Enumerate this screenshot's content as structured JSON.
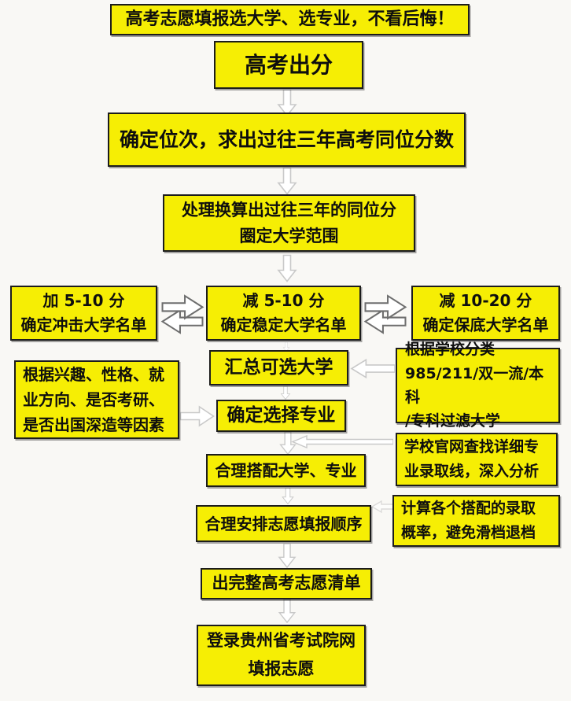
{
  "flowchart": {
    "banner": {
      "text": "高考志愿填报选大学、选专业，不看后悔！"
    },
    "score": {
      "text": "高考出分"
    },
    "rank": {
      "text": "确定位次，求出过往三年高考同位分数"
    },
    "convert": {
      "line1": "处理换算出过往三年的同位分",
      "line2": "圈定大学范围"
    },
    "reach": {
      "line1": "加 5-10 分",
      "line2": "确定冲击大学名单"
    },
    "stable": {
      "line1": "减 5-10 分",
      "line2": "确定稳定大学名单"
    },
    "safety": {
      "line1": "减 10-20 分",
      "line2": "确定保底大学名单"
    },
    "pool": {
      "text": "汇总可选大学"
    },
    "classify": {
      "line1": "根据学校分类",
      "line2": "985/211/双一流/本科",
      "line3": "/专科过滤大学"
    },
    "interest": {
      "line1": "根据兴趣、性格、就",
      "line2": "业方向、是否考研、",
      "line3": "是否出国深造等因素"
    },
    "major": {
      "text": "确定选择专业"
    },
    "match": {
      "text": "合理搭配大学、专业"
    },
    "website": {
      "line1": "学校官网查找详细专",
      "line2": "业录取线，深入分析"
    },
    "order": {
      "text": "合理安排志愿填报顺序"
    },
    "calc": {
      "line1": "计算各个搭配的录取",
      "line2": "概率，避免滑档退档"
    },
    "list": {
      "text": "出完整高考志愿清单"
    },
    "login": {
      "line1": "登录贵州省考试院网",
      "line2": "填报志愿"
    }
  },
  "colors": {
    "box_fill": "#F6EE04",
    "box_border": "#1C1C1C",
    "light_arrow": "#C9C9C9",
    "dark_arrow": "#6E6E6E",
    "canvas_bg": "#F9F8F5",
    "text": "#0E0E0E"
  }
}
